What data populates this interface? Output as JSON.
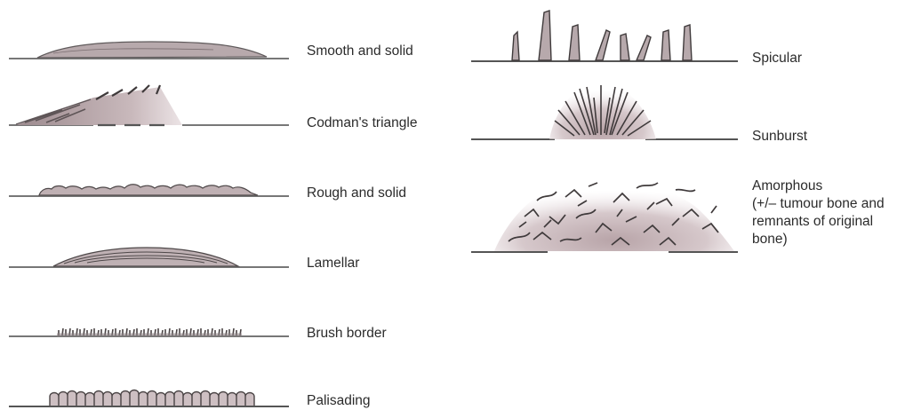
{
  "figure": {
    "left_column": [
      {
        "id": "smooth-solid",
        "label": "Smooth and solid"
      },
      {
        "id": "codmans-triangle",
        "label": "Codman's triangle"
      },
      {
        "id": "rough-solid",
        "label": "Rough and solid"
      },
      {
        "id": "lamellar",
        "label": "Lamellar"
      },
      {
        "id": "brush-border",
        "label": "Brush border"
      },
      {
        "id": "palisading",
        "label": "Palisading"
      }
    ],
    "right_column": [
      {
        "id": "spicular",
        "label": "Spicular"
      },
      {
        "id": "sunburst",
        "label": "Sunburst"
      },
      {
        "id": "amorphous",
        "label_lines": [
          "Amorphous",
          "(+/– tumour bone and",
          "remnants of original",
          "bone)"
        ]
      }
    ]
  }
}
